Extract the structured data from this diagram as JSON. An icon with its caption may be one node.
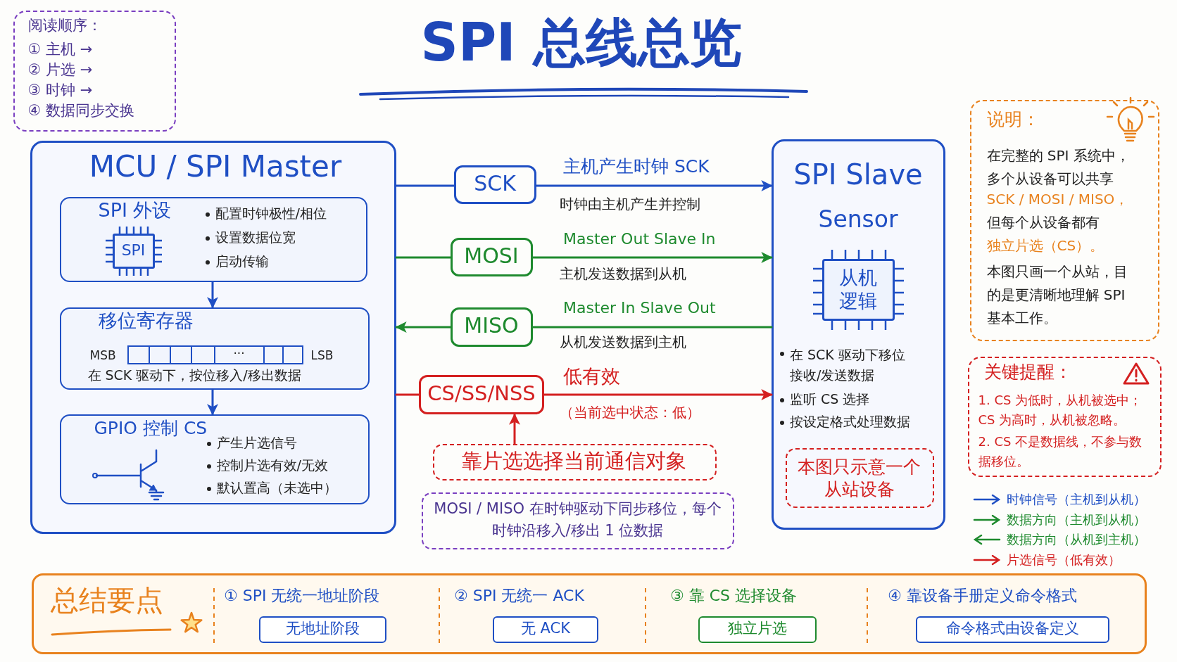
{
  "diagram": {
    "title": "SPI 总线总览",
    "nodes": [
      {
        "text": [
          "阅读顺序：",
          "① 主机 →",
          "② 片选 →",
          "③ 时钟 →",
          "④ 数据同步交换"
        ]
      },
      {
        "text": [
          "MCU / SPI Master"
        ]
      },
      {
        "text": [
          "SPI 外设",
          "配置时钟极性/相位",
          "设置数据位宽",
          "启动传输"
        ],
        "in": 1
      },
      {
        "text": [
          "SPI"
        ],
        "in": 2
      },
      {
        "text": [
          "移位寄存器",
          "MSB",
          "···",
          "LSB",
          "在 SCK 驱动下，按位移入/移出数据"
        ],
        "in": 1
      },
      {
        "text": [
          "GPIO 控制 CS",
          "产生片选信号",
          "控制片选有效/无效",
          "默认置高（未选中）"
        ],
        "in": 1
      },
      {
        "text": [
          "SCK"
        ]
      },
      {
        "text": [
          "MOSI"
        ]
      },
      {
        "text": [
          "MISO"
        ]
      },
      {
        "text": [
          "CS/SS/NSS"
        ]
      },
      {
        "text": [
          "靠片选选择当前通信对象"
        ]
      },
      {
        "text": [
          "MOSI / MISO 在时钟驱动下同步移位，每个时钟沿移入/移出 1 位数据"
        ]
      },
      {
        "text": [
          "SPI Slave",
          "Sensor",
          "在 SCK 驱动下移位接收/发送数据",
          "监听 CS 选择",
          "按设定格式处理数据"
        ]
      },
      {
        "text": [
          "从机逻辑"
        ],
        "in": 12
      },
      {
        "text": [
          "本图只示意一个从站设备"
        ],
        "in": 12
      },
      {
        "text": [
          "说明：",
          "在完整的 SPI 系统中，多个从设备可以共享",
          "SCK / MOSI / MISO，",
          "但每个从设备都有",
          "独立片选（CS）。",
          "本图只画一个从站，目的是更清晰地理解 SPI 基本工作。"
        ]
      },
      {
        "text": [
          "关键提醒：",
          "1. CS 为低时，从机被选中；CS 为高时，从机被忽略。",
          "2. CS 不是数据线，不参与数据移位。"
        ]
      },
      {
        "text": [
          "总结要点"
        ]
      },
      {
        "text": [
          "① SPI 无统一地址阶段",
          "无地址阶段"
        ],
        "in": 17
      },
      {
        "text": [
          "② SPI 无统一 ACK",
          "无 ACK"
        ],
        "in": 17
      },
      {
        "text": [
          "③ 靠 CS 选择设备",
          "独立片选"
        ],
        "in": 17
      },
      {
        "text": [
          "④ 靠设备手册定义命令格式",
          "命令格式由设备定义"
        ],
        "in": 17
      }
    ],
    "edges": [
      {
        "from": 1,
        "to": 6,
        "arrow": "none",
        "color": "#1f4fc4"
      },
      {
        "from": 6,
        "to": 12,
        "arrow": "to",
        "label": "主机产生时钟 SCK",
        "color": "#1f4fc4"
      },
      {
        "from": 1,
        "to": 7,
        "arrow": "none",
        "color": "#1e8a2e"
      },
      {
        "from": 7,
        "to": 12,
        "arrow": "to",
        "label": "Master Out Slave In",
        "color": "#1e8a2e"
      },
      {
        "from": 12,
        "to": 8,
        "arrow": "none",
        "label": "Master In Slave Out",
        "color": "#1e8a2e"
      },
      {
        "from": 8,
        "to": 1,
        "arrow": "to",
        "color": "#1e8a2e"
      },
      {
        "from": 1,
        "to": 9,
        "arrow": "none",
        "color": "#d42020"
      },
      {
        "from": 9,
        "to": 12,
        "arrow": "to",
        "label": "低有效",
        "color": "#d42020"
      },
      {
        "from": 10,
        "to": 9,
        "arrow": "to",
        "color": "#d42020"
      },
      {
        "from": 2,
        "to": 4,
        "arrow": "to",
        "color": "#1f4fc4"
      },
      {
        "from": 4,
        "to": 5,
        "arrow": "to",
        "color": "#1f4fc4"
      }
    ],
    "labels": [
      "时钟由主机产生并控制",
      "主机发送数据到从机",
      "从机发送数据到主机",
      "（当前选中状态：低）"
    ],
    "legend": [
      {
        "text": "时钟信号（主机到从机）"
      },
      {
        "text": "数据方向（主机到从机）"
      },
      {
        "text": "数据方向（从机到主机）"
      },
      {
        "text": "片选信号（低有效）"
      }
    ]
  }
}
